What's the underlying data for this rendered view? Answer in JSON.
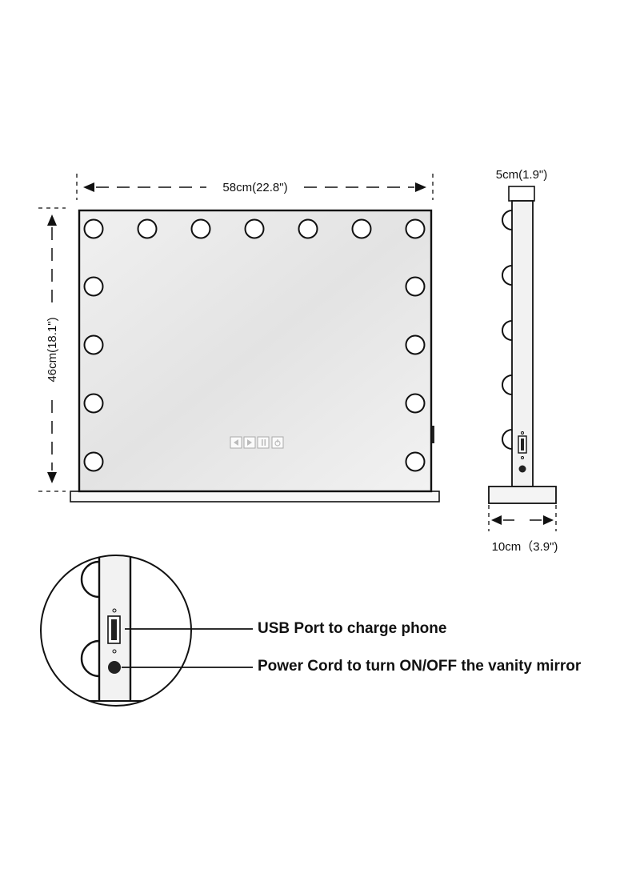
{
  "dimensions": {
    "width": "58cm(22.8\")",
    "height": "46cm(18.1\")",
    "thickness": "5cm(1.9\")",
    "base_depth": "10cm（3.9\")"
  },
  "callouts": {
    "usb_port": "USB Port to charge phone",
    "power_cord": "Power Cord to turn ON/OFF the vanity mirror"
  },
  "mirror": {
    "top_bulbs": 7,
    "side_bulbs_each": 4,
    "touch_buttons": [
      "rewind-icon",
      "play-icon",
      "pause-icon",
      "power-icon"
    ]
  },
  "colors": {
    "line": "#111111",
    "frame_fill": "#f4f4f4",
    "mirror_fill": "#ececec"
  }
}
